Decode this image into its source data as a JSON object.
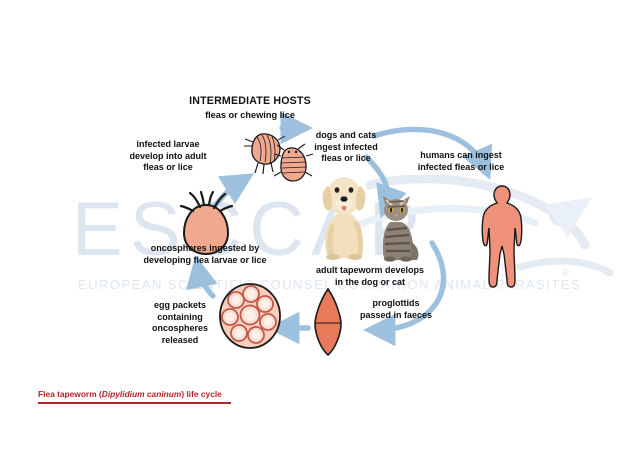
{
  "diagram": {
    "title_caption": "Flea tapeworm (Dipylidium caninum) life cycle",
    "caption_species": "Dipylidium caninum",
    "caption_prefix": "Flea tapeworm (",
    "caption_suffix": ") life cycle",
    "accent_color": "#b2232b",
    "arrow_color": "#9dc0de",
    "organism_fill": "#ef9c82",
    "watermark": {
      "brand": "ESCCAP",
      "tagline": "EUROPEAN SCIENTIFIC COUNSEL COMPANION ANIMAL PARASITES",
      "registered_mark": "®",
      "color": "#dce5f0"
    },
    "heading": {
      "line1": "INTERMEDIATE HOSTS",
      "line2": "fleas or chewing lice"
    },
    "labels": [
      {
        "id": "infected-larvae",
        "text": "infected larvae\ndevelop into adult\nfleas or lice"
      },
      {
        "id": "dogs-and-cats-ingest",
        "text": "dogs and cats\ningest infected\nfleas or lice"
      },
      {
        "id": "humans-can-ingest",
        "text": "humans can ingest\ninfected fleas or lice"
      },
      {
        "id": "oncospheres-ingested",
        "text": "oncospheres ingested by\ndeveloping flea larvae or lice"
      },
      {
        "id": "adult-tapeworm-develops",
        "text": "adult tapeworm develops\nin the dog or cat"
      },
      {
        "id": "proglottids-passed",
        "text": "proglottids\npassed in faeces"
      },
      {
        "id": "egg-packets",
        "text": "egg packets\ncontaining\noncospheres\nreleased"
      }
    ],
    "organisms": [
      {
        "id": "adult-flea",
        "name": "adult flea"
      },
      {
        "id": "chewing-louse",
        "name": "chewing louse"
      },
      {
        "id": "oncosphere",
        "name": "oncosphere"
      },
      {
        "id": "egg-packet",
        "name": "egg packet with oncospheres"
      },
      {
        "id": "proglottid",
        "name": "proglottid"
      },
      {
        "id": "dog",
        "name": "golden retriever dog"
      },
      {
        "id": "cat",
        "name": "tabby cat"
      },
      {
        "id": "human",
        "name": "human silhouette"
      }
    ]
  }
}
